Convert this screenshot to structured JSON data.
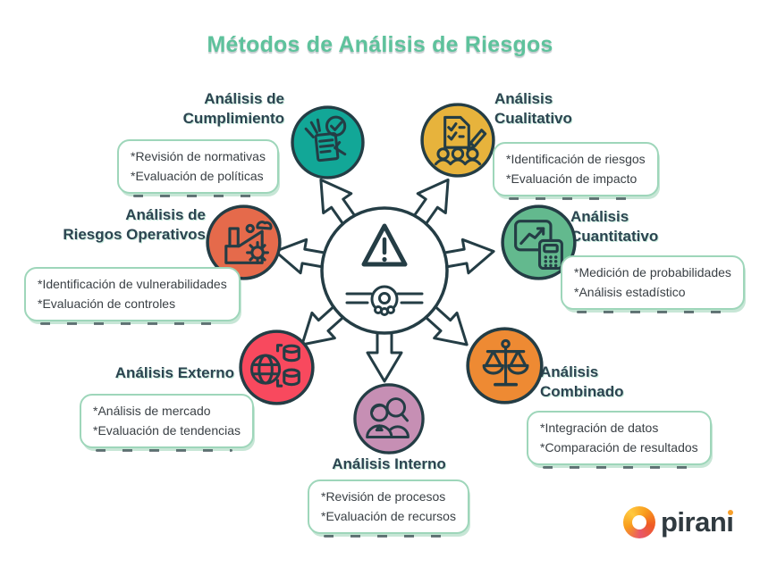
{
  "title": "Métodos de Análisis de Riesgos",
  "colors": {
    "title_green": "#5ec29c",
    "label_dark": "#2c4450",
    "outline_dark": "#243d45",
    "box_border_mint": "#9ed6ba",
    "teal": "#12a797",
    "yellow": "#e7b33c",
    "orange_red": "#e56a4b",
    "green": "#63b98e",
    "red": "#f8495e",
    "orange": "#ee8a33",
    "mauve": "#c68fb4"
  },
  "center": {
    "icon": "risk-warning-triangle-with-arrows"
  },
  "nodes": [
    {
      "id": "cumplimiento",
      "label_lines": [
        "Análisis de",
        "Cumplimiento"
      ],
      "details": [
        "*Revisión de normativas",
        "*Evaluación de políticas"
      ],
      "color": "#12a797",
      "icon": "compliance-document-check-icon"
    },
    {
      "id": "cualitativo",
      "label_lines": [
        "Análisis",
        "Cualitativo"
      ],
      "details": [
        "*Identificación de riesgos",
        "*Evaluación de impacto"
      ],
      "color": "#e7b33c",
      "icon": "checklist-pencil-people-icon"
    },
    {
      "id": "riesgos-operativos",
      "label_lines": [
        "Análisis de",
        "Riesgos Operativos"
      ],
      "details": [
        "*Identificación de vulnerabilidades",
        "*Evaluación de controles"
      ],
      "color": "#e56a4b",
      "icon": "factory-gear-icon"
    },
    {
      "id": "cuantitativo",
      "label_lines": [
        "Análisis",
        "Cuantitativo"
      ],
      "details": [
        "*Medición de probabilidades",
        "*Análisis estadístico"
      ],
      "color": "#63b98e",
      "icon": "chart-calculator-icon"
    },
    {
      "id": "externo",
      "label_lines": [
        "Análisis Externo"
      ],
      "details": [
        "*Análisis de mercado",
        "*Evaluación de tendencias"
      ],
      "color": "#f8495e",
      "icon": "globe-database-icon"
    },
    {
      "id": "combinado",
      "label_lines": [
        "Análisis",
        "Combinado"
      ],
      "details": [
        "*Integración de datos",
        "*Comparación de resultados"
      ],
      "color": "#ee8a33",
      "icon": "balance-scale-icon"
    },
    {
      "id": "interno",
      "label_lines": [
        "Análisis Interno"
      ],
      "details": [
        "*Revisión de procesos",
        "*Evaluación de recursos"
      ],
      "color": "#c68fb4",
      "icon": "people-magnifier-icon"
    }
  ],
  "logo": {
    "brand": "pirani",
    "text_main": "piran",
    "text_i": "ı"
  }
}
